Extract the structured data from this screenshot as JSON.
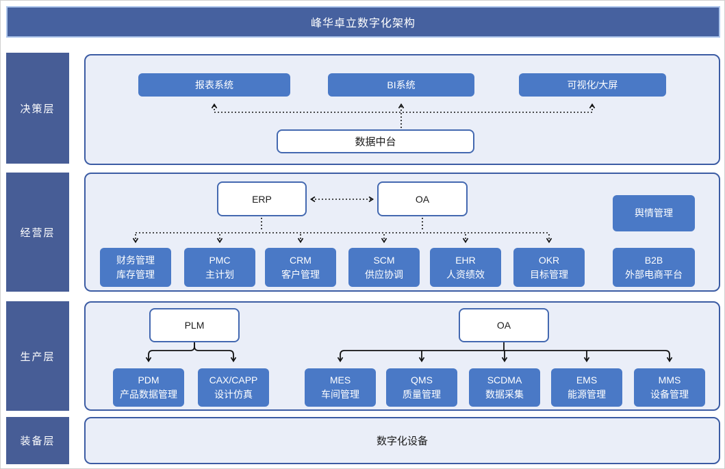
{
  "title": "峰华卓立数字化架构",
  "colors": {
    "header_blue": "#46619F",
    "label_blue": "#475D96",
    "module_blue": "#4A79C6",
    "panel_fill": "#EAEEF8",
    "panel_border": "#3B5BA3",
    "connector": "#111111"
  },
  "decision_layer": {
    "label": "决策层",
    "systems": [
      "报表系统",
      "BI系统",
      "可视化/大屏"
    ],
    "hub": "数据中台"
  },
  "operation_layer": {
    "label": "经营层",
    "parents": [
      "ERP",
      "OA"
    ],
    "modules": [
      {
        "line1": "财务管理",
        "line2": "库存管理"
      },
      {
        "line1": "PMC",
        "line2": "主计划"
      },
      {
        "line1": "CRM",
        "line2": "客户管理"
      },
      {
        "line1": "SCM",
        "line2": "供应协调"
      },
      {
        "line1": "EHR",
        "line2": "人资绩效"
      },
      {
        "line1": "OKR",
        "line2": "目标管理"
      }
    ],
    "side_top": "舆情管理",
    "side_bottom": {
      "line1": "B2B",
      "line2": "外部电商平台"
    }
  },
  "production_layer": {
    "label": "生产层",
    "parents": [
      "PLM",
      "OA"
    ],
    "plm_children": [
      {
        "line1": "PDM",
        "line2": "产品数据管理"
      },
      {
        "line1": "CAX/CAPP",
        "line2": "设计仿真"
      }
    ],
    "oa_children": [
      {
        "line1": "MES",
        "line2": "车间管理"
      },
      {
        "line1": "QMS",
        "line2": "质量管理"
      },
      {
        "line1": "SCDMA",
        "line2": "数据采集"
      },
      {
        "line1": "EMS",
        "line2": "能源管理"
      },
      {
        "line1": "MMS",
        "line2": "设备管理"
      }
    ]
  },
  "equipment_layer": {
    "label": "装备层",
    "content": "数字化设备"
  }
}
